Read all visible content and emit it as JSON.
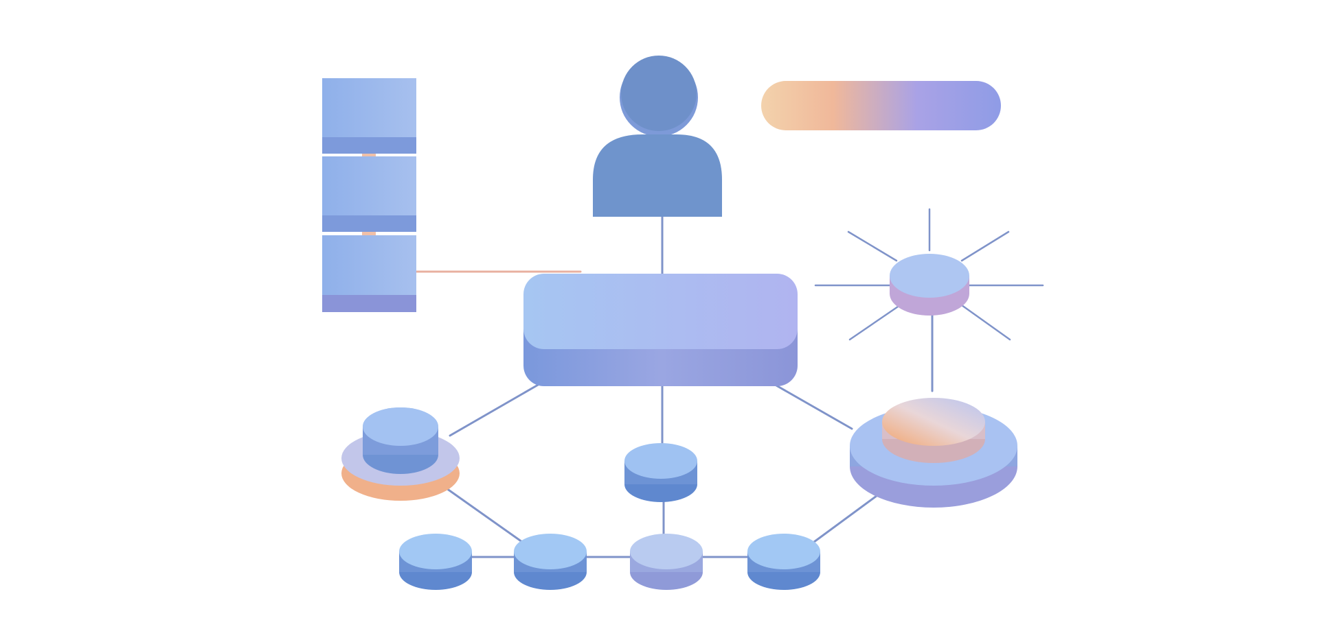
{
  "colors": {
    "node_top": "#a9c6f0",
    "node_side": "#6f8fd0",
    "accent_orange": "#f0a070",
    "accent_purple": "#9a95e6",
    "connector": "#7f93c9"
  },
  "illustration": {
    "icons": [
      "database-stack-icon",
      "user-icon",
      "progress-pill",
      "hub-box",
      "broadcast-node-icon",
      "network-node"
    ]
  }
}
